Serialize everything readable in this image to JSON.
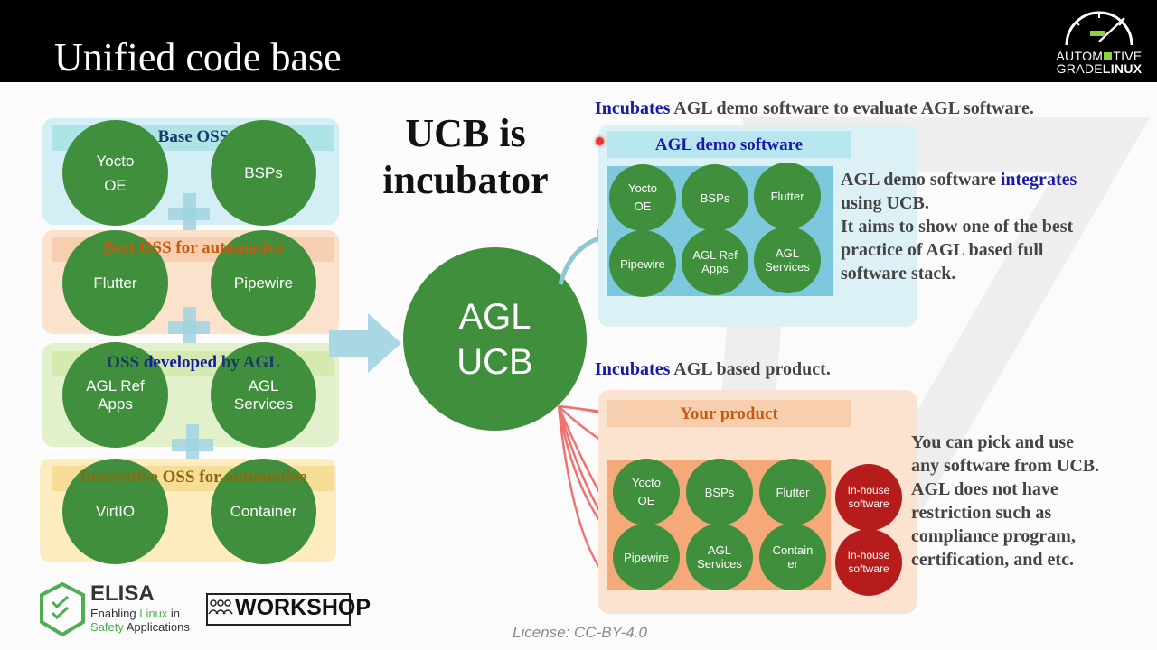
{
  "title": "Unified code base",
  "brand": {
    "line1_a": "AUTOM",
    "line1_b": "TIVE",
    "line2_a": "GRADE",
    "line2_b": "LINUX"
  },
  "left_bands": [
    {
      "label": "Base OSS",
      "items": [
        "Yocto\nOE",
        "BSPs"
      ]
    },
    {
      "label": "Best OSS for automotive",
      "items": [
        "Flutter",
        "Pipewire"
      ]
    },
    {
      "label_a": "OSS ",
      "label_kw": "developed",
      "label_b": " by AGL",
      "items": [
        "AGL Ref\nApps",
        "AGL\nServices"
      ]
    },
    {
      "label": "Innovative OSS for automotive",
      "items": [
        "VirtIO",
        "Container"
      ]
    }
  ],
  "ucb_heading": {
    "line1": "UCB is",
    "line2": "incubator"
  },
  "center": {
    "line1": "AGL",
    "line2": "UCB"
  },
  "demo": {
    "header_kw": "Incubates",
    "header_rest": " AGL demo software to evaluate AGL software.",
    "box_label": "AGL demo software",
    "items": [
      "Yocto\nOE",
      "BSPs",
      "Flutter",
      "Pipewire",
      "AGL Ref\nApps",
      "AGL\nServices"
    ],
    "desc_a": "AGL demo software ",
    "desc_kw": "integrates",
    "desc_lines": [
      "using UCB.",
      "It aims to show one of the best",
      "practice of AGL based full",
      "software stack."
    ]
  },
  "product": {
    "header_kw": "Incubates",
    "header_rest": " AGL based product.",
    "box_label": "Your product",
    "items": [
      "Yocto\nOE",
      "BSPs",
      "Flutter",
      "Pipewire",
      "AGL\nServices",
      "Contain\ner"
    ],
    "inhouse": [
      "In-house\nsoftware",
      "In-house\nsoftware"
    ],
    "desc_lines": [
      "You can pick and use",
      "any software from UCB.",
      "AGL does not have",
      "restriction such as",
      "compliance program,",
      "certification, and etc."
    ]
  },
  "elisa": {
    "name": "ELISA",
    "tag1_a": "Enabling ",
    "tag1_b": "Linux",
    "tag1_c": " in",
    "tag2_a": "Safety",
    "tag2_b": " Applications"
  },
  "workshop": "WORKSHOP",
  "license": "License: CC-BY-4.0",
  "colors": {
    "green": "#3f8f3c",
    "red": "#b71c1c",
    "keyword": "#1a1aa8",
    "base_band": "#d4eef5",
    "best_band": "#fbe2cc",
    "dev_band": "#e3f0cc",
    "innov_band": "#fcecc0"
  }
}
